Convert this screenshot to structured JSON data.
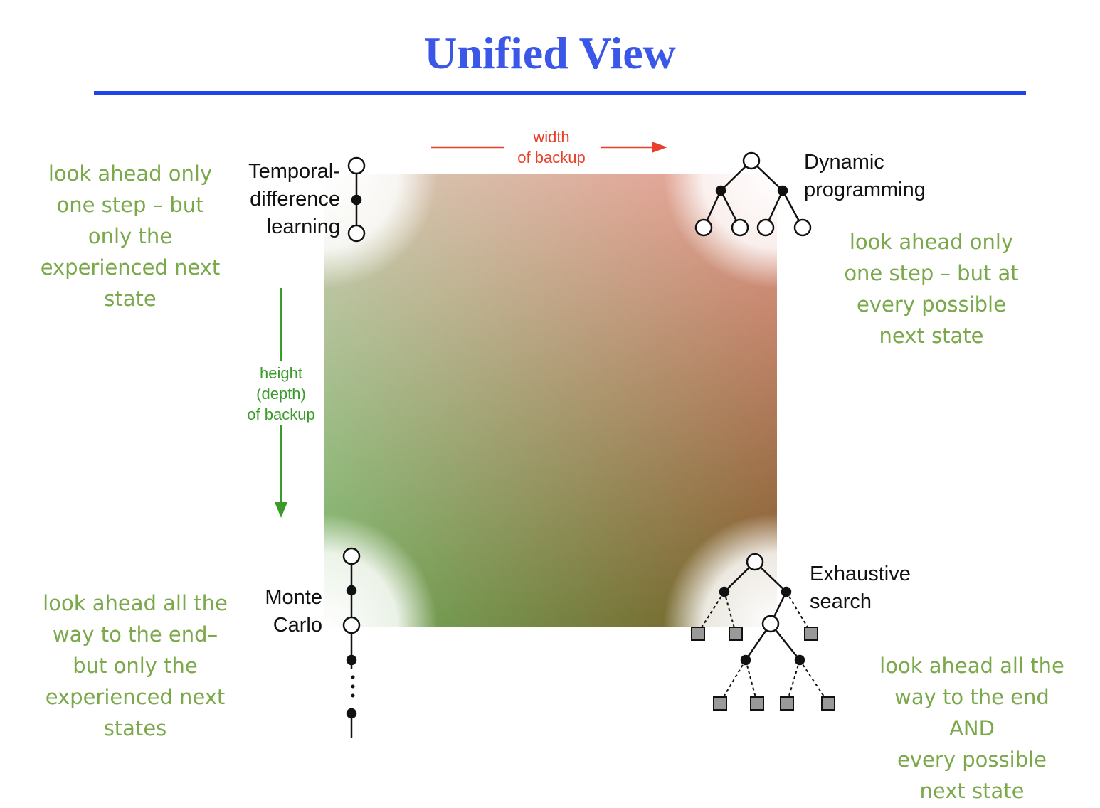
{
  "title": "Unified View",
  "axes": {
    "width_label": "width\nof backup",
    "height_label": "height\n(depth)\nof backup"
  },
  "corners": {
    "td": {
      "label": "Temporal-\ndifference\nlearning",
      "note": "look ahead only\none step – but\nonly the\nexperienced next\nstate"
    },
    "dp": {
      "label": "Dynamic\nprogramming",
      "note": "look ahead only\none step – but at\nevery possible\nnext state"
    },
    "mc": {
      "label": "Monte\nCarlo",
      "note": "look ahead all the\nway to the end–\nbut only the\nexperienced next\nstates"
    },
    "es": {
      "label": "Exhaustive\nsearch",
      "note": "look ahead all the\nway to the end\nAND\nevery possible\nnext state"
    }
  },
  "colors": {
    "title": "#3b57e8",
    "rule": "#1f45e6",
    "note": "#7aa84a",
    "width_arrow": "#e8402a",
    "height_arrow": "#3a9a2a"
  }
}
